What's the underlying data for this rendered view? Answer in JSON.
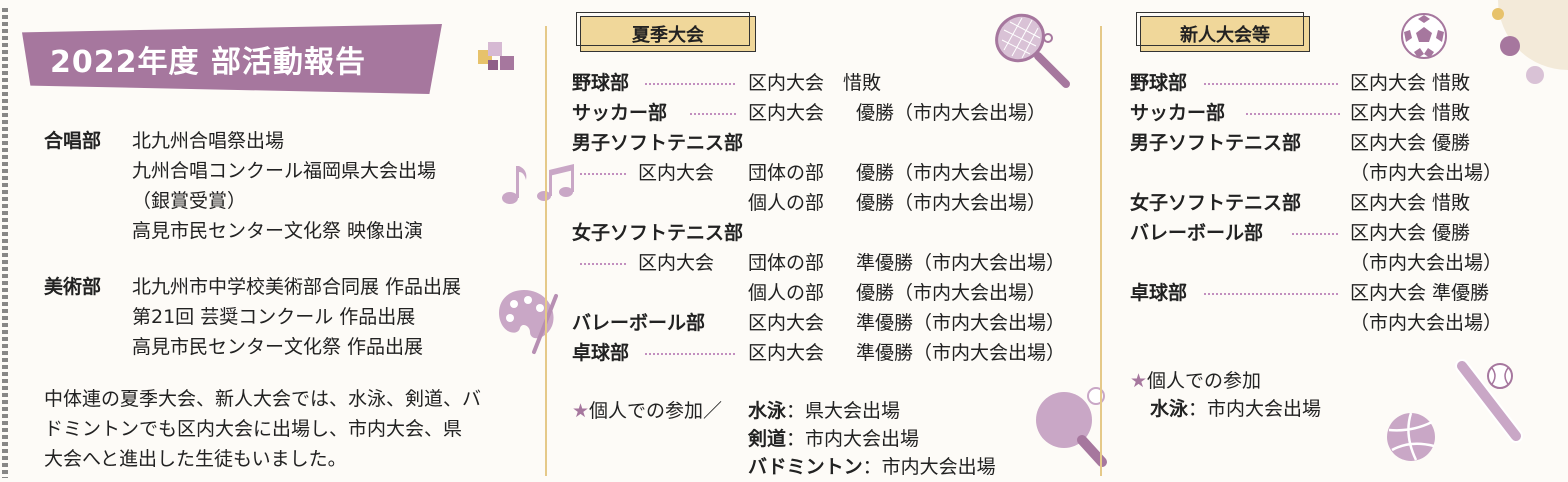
{
  "colors": {
    "accent": "#a6779e",
    "label_bg": "#f0d79a",
    "dots": "#c28fbf",
    "divider": "#e5c989"
  },
  "title": "2022年度 部活動報告",
  "left": {
    "gassho": {
      "name": "合唱部",
      "lines": [
        "北九州合唱祭出場",
        "九州合唱コンクール福岡県大会出場",
        "（銀賞受賞）",
        "高見市民センター文化祭 映像出演"
      ]
    },
    "bijutsu": {
      "name": "美術部",
      "lines": [
        "北九州市中学校美術部合同展 作品出展",
        "第21回 芸奨コンクール 作品出展",
        "高見市民センター文化祭 作品出展"
      ]
    },
    "note": [
      "中体連の夏季大会、新人大会では、水泳、剣道、バ",
      "ドミントンでも区内大会に出場し、市内大会、県",
      "大会へと進出した生徒もいました。"
    ]
  },
  "summer": {
    "label": "夏季大会",
    "rows": [
      {
        "club": "野球部",
        "meet": "区内大会",
        "result": "惜敗"
      },
      {
        "club": "サッカー部",
        "meet": "区内大会",
        "result": "優勝（市内大会出場）"
      }
    ],
    "boys_tennis": {
      "club": "男子ソフトテニス部",
      "meet": "区内大会",
      "team": "団体の部",
      "team_result": "優勝（市内大会出場）",
      "indiv": "個人の部",
      "indiv_result": "優勝（市内大会出場）"
    },
    "girls_tennis": {
      "club": "女子ソフトテニス部",
      "meet": "区内大会",
      "team": "団体の部",
      "team_result": "準優勝（市内大会出場）",
      "indiv": "個人の部",
      "indiv_result": "優勝（市内大会出場）"
    },
    "rows2": [
      {
        "club": "バレーボール部",
        "meet": "区内大会",
        "result": "準優勝（市内大会出場）"
      },
      {
        "club": "卓球部",
        "meet": "区内大会",
        "result": "準優勝（市内大会出場）"
      }
    ],
    "individual": {
      "star": "★",
      "lead": "個人での参加／",
      "items": [
        {
          "sport": "水泳",
          "result": "：県大会出場"
        },
        {
          "sport": "剣道",
          "result": "：市内大会出場"
        },
        {
          "sport": "バドミントン",
          "result": "：市内大会出場"
        }
      ]
    }
  },
  "rookie": {
    "label": "新人大会等",
    "rows": [
      {
        "club": "野球部",
        "result": "区内大会 惜敗"
      },
      {
        "club": "サッカー部",
        "result": "区内大会 惜敗"
      },
      {
        "club": "男子ソフトテニス部",
        "result": "区内大会 優勝",
        "sub": "（市内大会出場）"
      },
      {
        "club": "女子ソフトテニス部",
        "result": "区内大会 惜敗"
      },
      {
        "club": "バレーボール部",
        "result": "区内大会 優勝",
        "sub": "（市内大会出場）"
      },
      {
        "club": "卓球部",
        "result": "区内大会 準優勝",
        "sub": "（市内大会出場）"
      }
    ],
    "individual": {
      "star": "★",
      "lead": "個人での参加",
      "sport": "水泳",
      "result": "：市内大会出場"
    }
  },
  "icons": [
    "tennis-racket-icon",
    "music-note-icon",
    "palette-icon",
    "ping-pong-icon",
    "soccer-ball-icon",
    "baseball-bat-icon",
    "volleyball-icon"
  ]
}
